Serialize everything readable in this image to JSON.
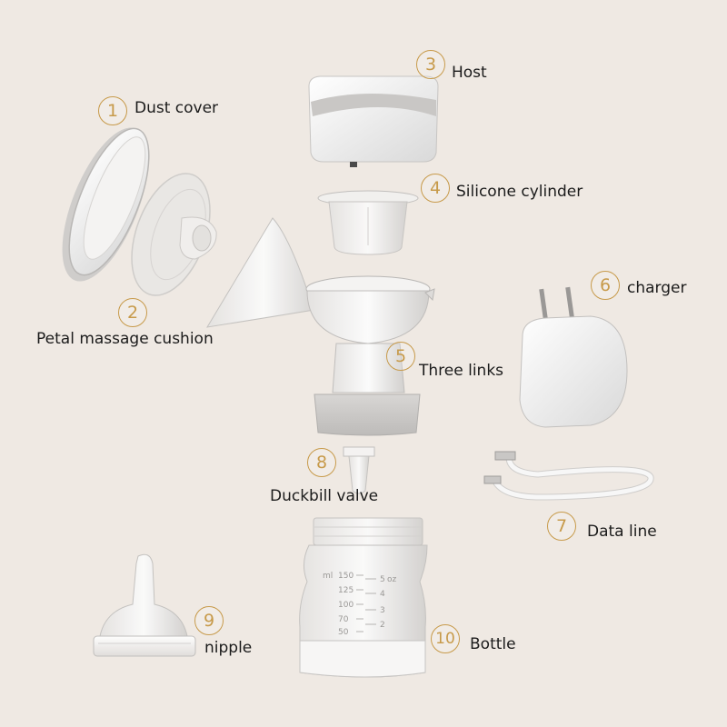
{
  "accent_color": "#c79a4a",
  "background_color": "#efe9e3",
  "parts": [
    {
      "number": "1",
      "label": "Dust cover"
    },
    {
      "number": "2",
      "label": "Petal massage cushion"
    },
    {
      "number": "3",
      "label": "Host"
    },
    {
      "number": "4",
      "label": "Silicone cylinder"
    },
    {
      "number": "5",
      "label": "Three links"
    },
    {
      "number": "6",
      "label": "charger"
    },
    {
      "number": "7",
      "label": "Data line"
    },
    {
      "number": "8",
      "label": "Duckbill valve"
    },
    {
      "number": "9",
      "label": "nipple"
    },
    {
      "number": "10",
      "label": "Bottle"
    }
  ],
  "bottle_scale": {
    "ml_unit": "ml",
    "oz_unit": "oz",
    "ml_marks": [
      "150",
      "125",
      "100",
      "70",
      "50"
    ],
    "oz_marks": [
      "5",
      "4",
      "3",
      "2"
    ]
  }
}
